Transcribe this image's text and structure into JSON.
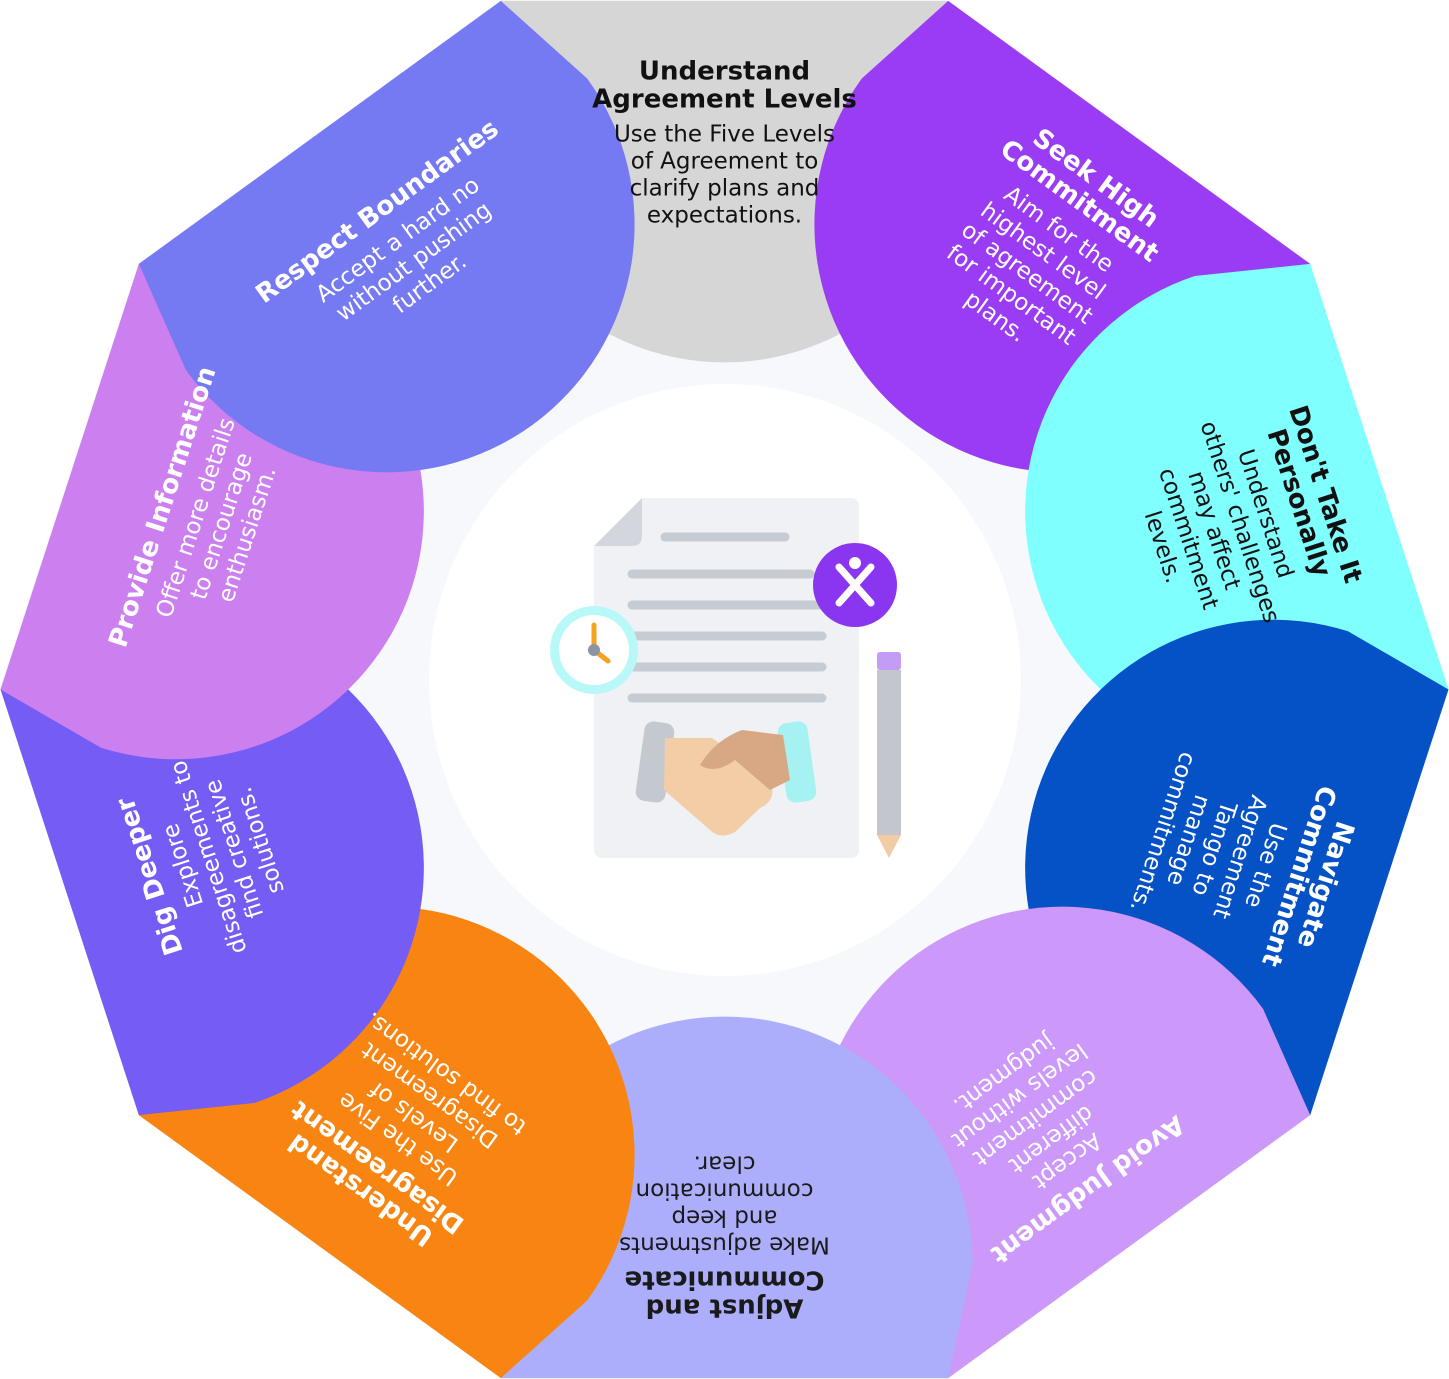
{
  "diagram": {
    "center_icon": "agreement-document-handshake-icon",
    "background_color": "#f6f8fc",
    "segments": [
      {
        "id": "understand-agreement-levels",
        "title": [
          "Understand",
          "Agreement Levels"
        ],
        "desc": [
          "Use the Five Levels",
          "of Agreement to",
          "clarify plans and",
          "expectations."
        ],
        "color": "#d6d6d6",
        "text_color": "#111111"
      },
      {
        "id": "seek-high-commitment",
        "title": [
          "Seek High",
          "Commitment"
        ],
        "desc": [
          "Aim for the",
          "highest level",
          "of agreement",
          "for important",
          "plans."
        ],
        "color": "#9b3cf5",
        "text_color": "#ffffff"
      },
      {
        "id": "dont-take-it-personally",
        "title": [
          "Don't Take It",
          "Personally"
        ],
        "desc": [
          "Understand",
          "others' challenges",
          "may affect",
          "commitment",
          "levels."
        ],
        "color": "#80ffff",
        "text_color": "#111111"
      },
      {
        "id": "navigate-commitment",
        "title": [
          "Navigate",
          "Commitment"
        ],
        "desc": [
          "Use the",
          "Agreement",
          "Tango to",
          "manage",
          "commitments."
        ],
        "color": "#0551c6",
        "text_color": "#ffffff"
      },
      {
        "id": "avoid-judgment",
        "title": [
          "Avoid Judgment"
        ],
        "desc": [
          "Accept",
          "different",
          "commitment",
          "levels without",
          "judgment."
        ],
        "color": "#cc98fa",
        "text_color": "#ffffff"
      },
      {
        "id": "adjust-and-communicate",
        "title": [
          "Adjust and",
          "Communicate"
        ],
        "desc": [
          "Make adjustments",
          "and keep",
          "communication",
          "clear."
        ],
        "color": "#adaefb",
        "text_color": "#1a1a1a"
      },
      {
        "id": "understand-disagreement",
        "title": [
          "Understand",
          "Disagreement"
        ],
        "desc": [
          "Use the Five",
          "Levels of",
          "Disagreement",
          "to find solutions."
        ],
        "color": "#f88512",
        "text_color": "#ffffff"
      },
      {
        "id": "dig-deeper",
        "title": [
          "Dig Deeper"
        ],
        "desc": [
          "Explore",
          "disagreements to",
          "find creative",
          "solutions."
        ],
        "color": "#745cf5",
        "text_color": "#ffffff"
      },
      {
        "id": "provide-information",
        "title": [
          "Provide Information"
        ],
        "desc": [
          "Offer more details",
          "to encourage",
          "enthusiasm."
        ],
        "color": "#cc80ef",
        "text_color": "#ffffff"
      },
      {
        "id": "respect-boundaries",
        "title": [
          "Respect Boundaries"
        ],
        "desc": [
          "Accept a hard no",
          "without pushing",
          "further."
        ],
        "color": "#757af3",
        "text_color": "#ffffff"
      }
    ]
  }
}
